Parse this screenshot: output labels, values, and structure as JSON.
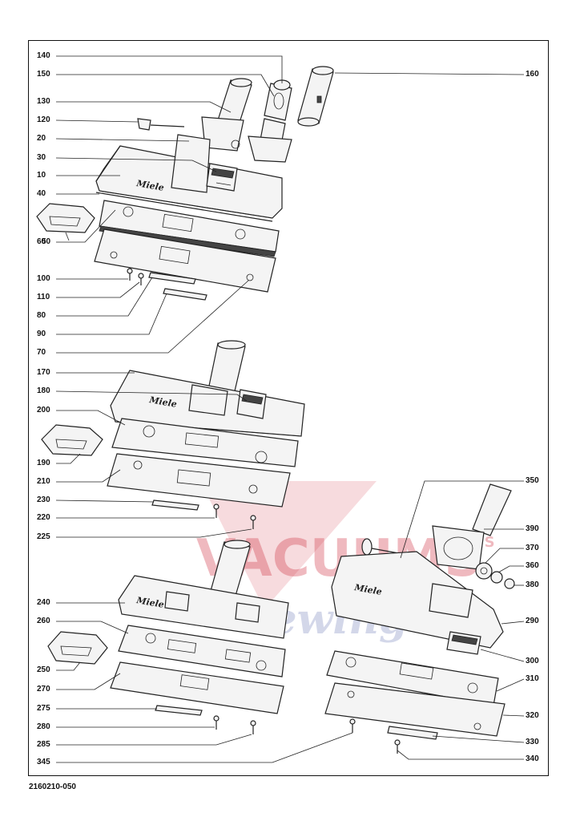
{
  "document_number": "2160210-050",
  "watermark": {
    "line1": "VACUUMS",
    "line1_suffix": "US",
    "line2": "Sewing Co",
    "color_primary": "#d23a4a",
    "color_secondary": "#3a4fa0"
  },
  "brand_label": "Miele",
  "callouts_left": [
    {
      "label": "140",
      "target": "swivel-coupling-140"
    },
    {
      "label": "150",
      "target": "elbow-150"
    },
    {
      "label": "130",
      "target": "neck-130"
    },
    {
      "label": "120",
      "target": "axle-pin-120"
    },
    {
      "label": "20",
      "target": "upper-housing-20"
    },
    {
      "label": "30",
      "target": "pedal-30"
    },
    {
      "label": "10",
      "target": "housing-10"
    },
    {
      "label": "40",
      "target": "bumper-40"
    },
    {
      "label": "50",
      "target": "pedal-insert-50"
    },
    {
      "label": "60",
      "target": "brush-frame-60"
    },
    {
      "label": "100",
      "target": "screw-100"
    },
    {
      "label": "110",
      "target": "screw-110"
    },
    {
      "label": "80",
      "target": "strip-80"
    },
    {
      "label": "90",
      "target": "strip-90"
    },
    {
      "label": "70",
      "target": "sole-plate-70"
    },
    {
      "label": "170",
      "target": "housing-170"
    },
    {
      "label": "180",
      "target": "pedal-180"
    },
    {
      "label": "200",
      "target": "brush-frame-200"
    },
    {
      "label": "190",
      "target": "pedal-insert-190"
    },
    {
      "label": "210",
      "target": "sole-plate-210"
    },
    {
      "label": "230",
      "target": "strip-230"
    },
    {
      "label": "220",
      "target": "screw-220"
    },
    {
      "label": "225",
      "target": "screw-225"
    },
    {
      "label": "240",
      "target": "housing-240"
    },
    {
      "label": "260",
      "target": "brush-frame-260"
    },
    {
      "label": "250",
      "target": "pedal-insert-250"
    },
    {
      "label": "270",
      "target": "sole-plate-270"
    },
    {
      "label": "275",
      "target": "strip-275"
    },
    {
      "label": "280",
      "target": "screw-280"
    },
    {
      "label": "285",
      "target": "screw-285"
    },
    {
      "label": "345",
      "target": "screw-345"
    }
  ],
  "callouts_right": [
    {
      "label": "160",
      "target": "tube-160"
    },
    {
      "label": "350",
      "target": "axle-350"
    },
    {
      "label": "390",
      "target": "neck-390"
    },
    {
      "label": "370",
      "target": "wheel-370"
    },
    {
      "label": "360",
      "target": "wheel-360"
    },
    {
      "label": "380",
      "target": "cap-380"
    },
    {
      "label": "290",
      "target": "housing-290"
    },
    {
      "label": "300",
      "target": "pedal-300"
    },
    {
      "label": "310",
      "target": "brush-frame-310"
    },
    {
      "label": "320",
      "target": "sole-plate-320"
    },
    {
      "label": "330",
      "target": "strip-330"
    },
    {
      "label": "340",
      "target": "screw-340"
    }
  ]
}
